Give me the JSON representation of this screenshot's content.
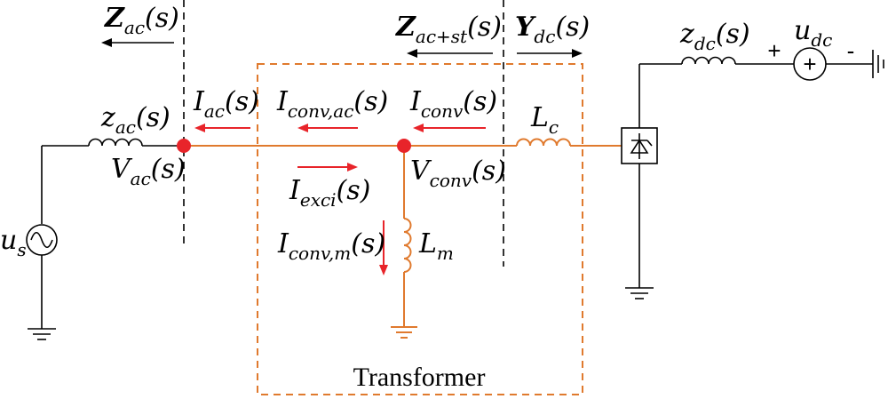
{
  "colors": {
    "wire": "#000000",
    "transformer_wire": "#E07A2E",
    "current_arrow": "#E8242A",
    "node": "#E8242A",
    "box_border": "#E07A2E"
  },
  "labels": {
    "z_ac_impedance": {
      "main": "Z",
      "sub": "ac",
      "tail": "(s)"
    },
    "z_acst_impedance": {
      "main": "Z",
      "sub": "ac+st",
      "tail": "(s)"
    },
    "y_dc_admittance": {
      "main": "Y",
      "sub": "dc",
      "tail": "(s)"
    },
    "source_impedance": {
      "main": "z",
      "sub": "ac",
      "tail": "(s)"
    },
    "ac_voltage": {
      "main": "V",
      "sub": "ac",
      "tail": "(s)"
    },
    "ac_current": {
      "main": "I",
      "sub": "ac",
      "tail": "(s)"
    },
    "conv_ac_current": {
      "main": "I",
      "sub": "conv,ac",
      "tail": "(s)"
    },
    "conv_current": {
      "main": "I",
      "sub": "conv",
      "tail": "(s)"
    },
    "exci_current": {
      "main": "I",
      "sub": "exci",
      "tail": "(s)"
    },
    "conv_voltage": {
      "main": "V",
      "sub": "conv",
      "tail": "(s)"
    },
    "magnetizing_current": {
      "main": "I",
      "sub": "conv,m",
      "tail": "(s)"
    },
    "magnetizing_inductance": {
      "main": "L",
      "sub": "m"
    },
    "commutation_inductance": {
      "main": "L",
      "sub": "c"
    },
    "dc_impedance": {
      "main": "z",
      "sub": "dc",
      "tail": "(s)"
    },
    "dc_voltage": {
      "main": "u",
      "sub": "dc"
    },
    "source_voltage": {
      "main": "u",
      "sub": "s"
    },
    "plus_sign": "+",
    "minus_sign": "-",
    "source_plus": "+"
  },
  "transformer_label": "Transformer"
}
